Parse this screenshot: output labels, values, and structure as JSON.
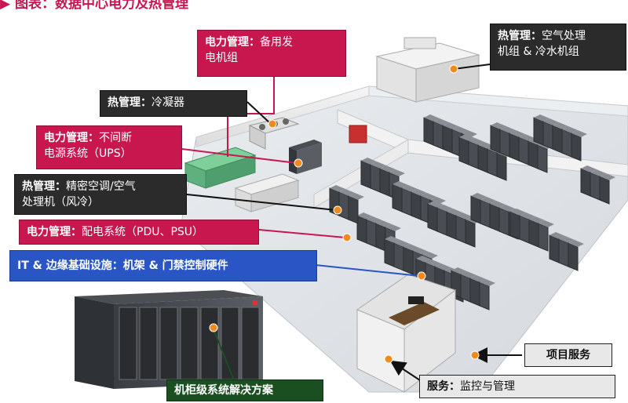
{
  "title": "▶ 图表：数据中心电力及热管理",
  "labels": {
    "power_backup_a": "电力管理：",
    "power_backup_b": "备用发",
    "power_backup_c": "电机组",
    "thermal_ahu_a": "热管理：",
    "thermal_ahu_b": "空气处理",
    "thermal_ahu_c": "机组 & 冷水机组",
    "thermal_cond_a": "热管理：",
    "thermal_cond_b": "冷凝器",
    "power_ups_a": "电力管理：",
    "power_ups_b": "不间断",
    "power_ups_c": "电源系统（UPS）",
    "thermal_prec_a": "热管理：",
    "thermal_prec_b": "精密空调/空气",
    "thermal_prec_c": "处理机（风冷）",
    "power_pdu_a": "电力管理：",
    "power_pdu_b": "配电系统（PDU、PSU）",
    "it_edge": "IT & 边缘基础设施：机架 & 门禁控制硬件",
    "rack_solution": "机柜级系统解决方案",
    "project_service": "项目服务",
    "service_a": "服务：",
    "service_b": "监控与管理"
  },
  "colors": {
    "accent_pink": "#c8164f",
    "dark_label": "#2b2b2b",
    "blue_label": "#2a55c4",
    "green_label": "#1a4f22",
    "marker_orange": "#f08a1c"
  }
}
